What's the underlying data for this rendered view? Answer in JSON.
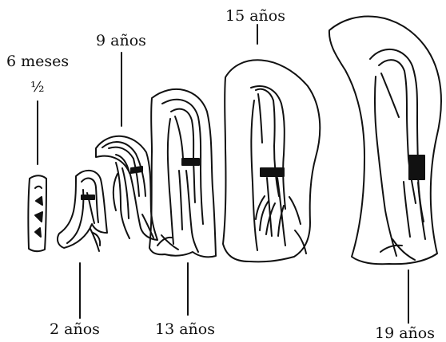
{
  "labels": {
    "age_6m": "6 meses",
    "age_half": "½",
    "age_2y": "2 años",
    "age_9y": "9 años",
    "age_13y": "13 años",
    "age_15y": "15 años",
    "age_19y": "19 años"
  },
  "colors": {
    "ink": "#111111",
    "paper": "#ffffff"
  }
}
